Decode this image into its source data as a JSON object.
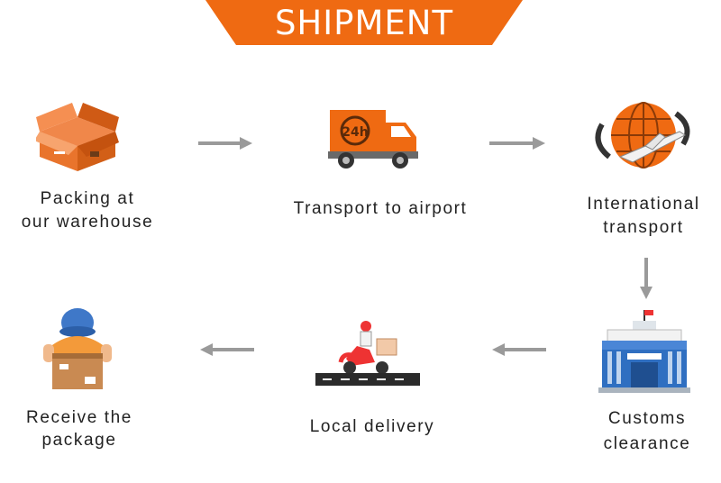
{
  "banner": {
    "title": "SHIPMENT",
    "color": "#ef6a12"
  },
  "steps": [
    {
      "name": "packing",
      "line1": "Packing at",
      "line2": "our warehouse",
      "icon": "open-box-icon"
    },
    {
      "name": "transport-airport",
      "line1": "Transport to airport",
      "line2": "",
      "icon": "delivery-truck-24h-icon"
    },
    {
      "name": "international",
      "line1": "International",
      "line2": "transport",
      "icon": "globe-airplane-icon"
    },
    {
      "name": "customs",
      "line1": "Customs",
      "line2": "clearance",
      "icon": "customs-building-icon"
    },
    {
      "name": "local-delivery",
      "line1": "Local delivery",
      "line2": "",
      "icon": "scooter-courier-icon"
    },
    {
      "name": "receive",
      "line1": "Receive the",
      "line2": "package",
      "icon": "courier-holding-package-icon"
    }
  ],
  "truck_badge": "24h",
  "colors": {
    "accent": "#ef6a12",
    "arrow": "#9a9a9a",
    "text": "#222222"
  }
}
